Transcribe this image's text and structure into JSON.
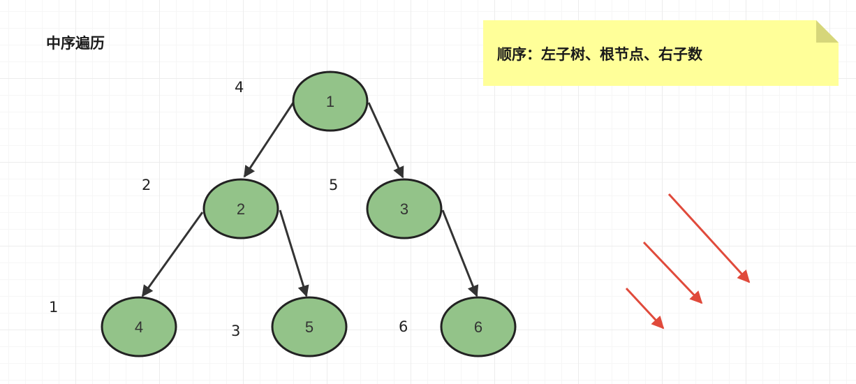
{
  "title": "中序遍历",
  "note": {
    "text": "顺序：左子树、根节点、右子数"
  },
  "tree": {
    "nodes": [
      {
        "id": "1",
        "label": "1",
        "order": "4"
      },
      {
        "id": "2",
        "label": "2",
        "order": "2"
      },
      {
        "id": "3",
        "label": "3",
        "order": "5"
      },
      {
        "id": "4",
        "label": "4",
        "order": "1"
      },
      {
        "id": "5",
        "label": "5",
        "order": "3"
      },
      {
        "id": "6",
        "label": "6",
        "order": "6"
      }
    ],
    "edges": [
      {
        "from": "1",
        "to": "2"
      },
      {
        "from": "1",
        "to": "3"
      },
      {
        "from": "2",
        "to": "4"
      },
      {
        "from": "2",
        "to": "5"
      },
      {
        "from": "3",
        "to": "6"
      }
    ]
  },
  "colors": {
    "node_fill": "#93c389",
    "node_stroke": "#222222",
    "edge": "#333333",
    "red_arrow": "#e04a3b",
    "note_fill": "#ffff99"
  }
}
